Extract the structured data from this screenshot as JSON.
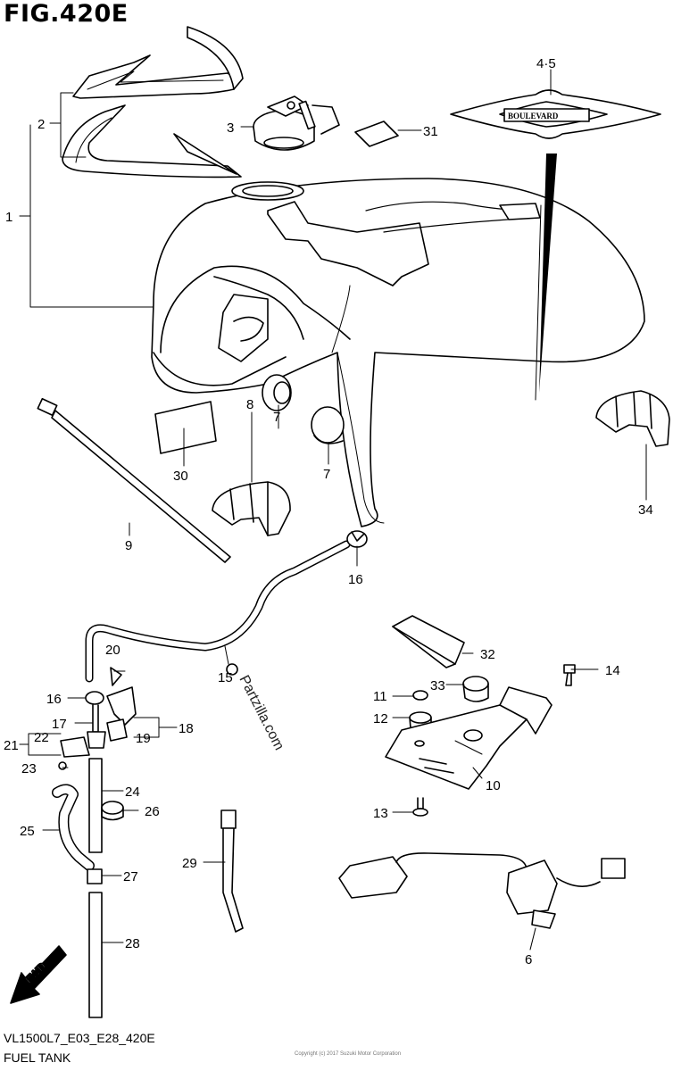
{
  "header": {
    "figure_title": "FIG.420E"
  },
  "footer": {
    "model_code": "VL1500L7_E03_E28_420E",
    "section_name": "FUEL TANK",
    "fine_print": "Copyright (c) 2017 Suzuki Motor Corporation"
  },
  "watermark": "Partzilla.com",
  "emblem_text": "BOULEVARD",
  "fwd_label": "FWD",
  "callouts": [
    "1",
    "2",
    "3",
    "4·5",
    "31",
    "30",
    "7",
    "7",
    "8",
    "9",
    "34",
    "16",
    "32",
    "14",
    "20",
    "15",
    "33",
    "11",
    "16",
    "12",
    "17",
    "18",
    "19",
    "21",
    "22",
    "10",
    "23",
    "24",
    "26",
    "13",
    "25",
    "29",
    "27",
    "28",
    "6"
  ],
  "colors": {
    "line": "#000000",
    "background": "#ffffff"
  }
}
